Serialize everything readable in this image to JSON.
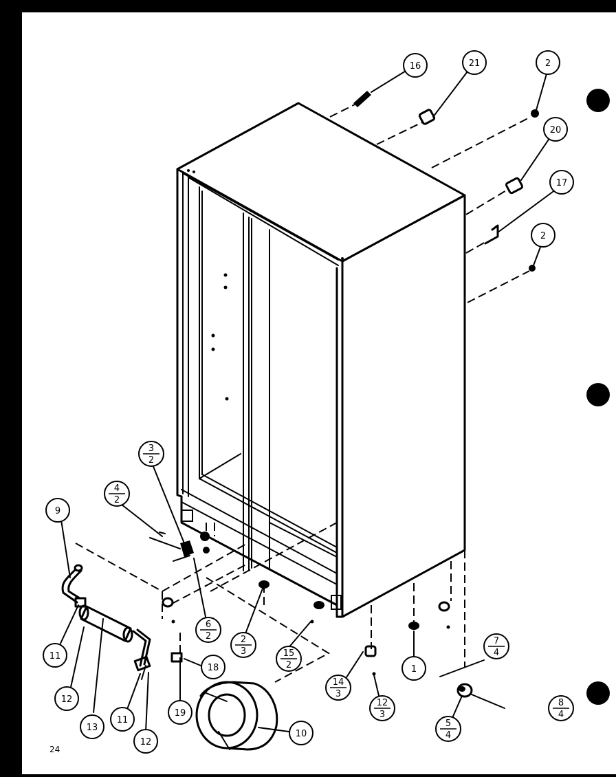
{
  "page_number": "24",
  "callouts": {
    "c16": "16",
    "c21": "21",
    "c2a": "2",
    "c20": "20",
    "c17": "17",
    "c2b": "2",
    "c9": "9",
    "c11a": "11",
    "c12a": "12",
    "c13": "13",
    "c11b": "11",
    "c12b": "12",
    "c19": "19",
    "c18": "18",
    "c10": "10",
    "c1": "1"
  },
  "fraction_callouts": {
    "f3_2": {
      "num": "3",
      "den": "2"
    },
    "f4_2": {
      "num": "4",
      "den": "2"
    },
    "f6_2": {
      "num": "6",
      "den": "2"
    },
    "f2_3": {
      "num": "2",
      "den": "3"
    },
    "f15_2": {
      "num": "15",
      "den": "2"
    },
    "f14_3": {
      "num": "14",
      "den": "3"
    },
    "f12_3": {
      "num": "12",
      "den": "3"
    },
    "f7_4": {
      "num": "7",
      "den": "4"
    },
    "f5_4": {
      "num": "5",
      "den": "4"
    },
    "f8_4": {
      "num": "8",
      "den": "4"
    }
  }
}
